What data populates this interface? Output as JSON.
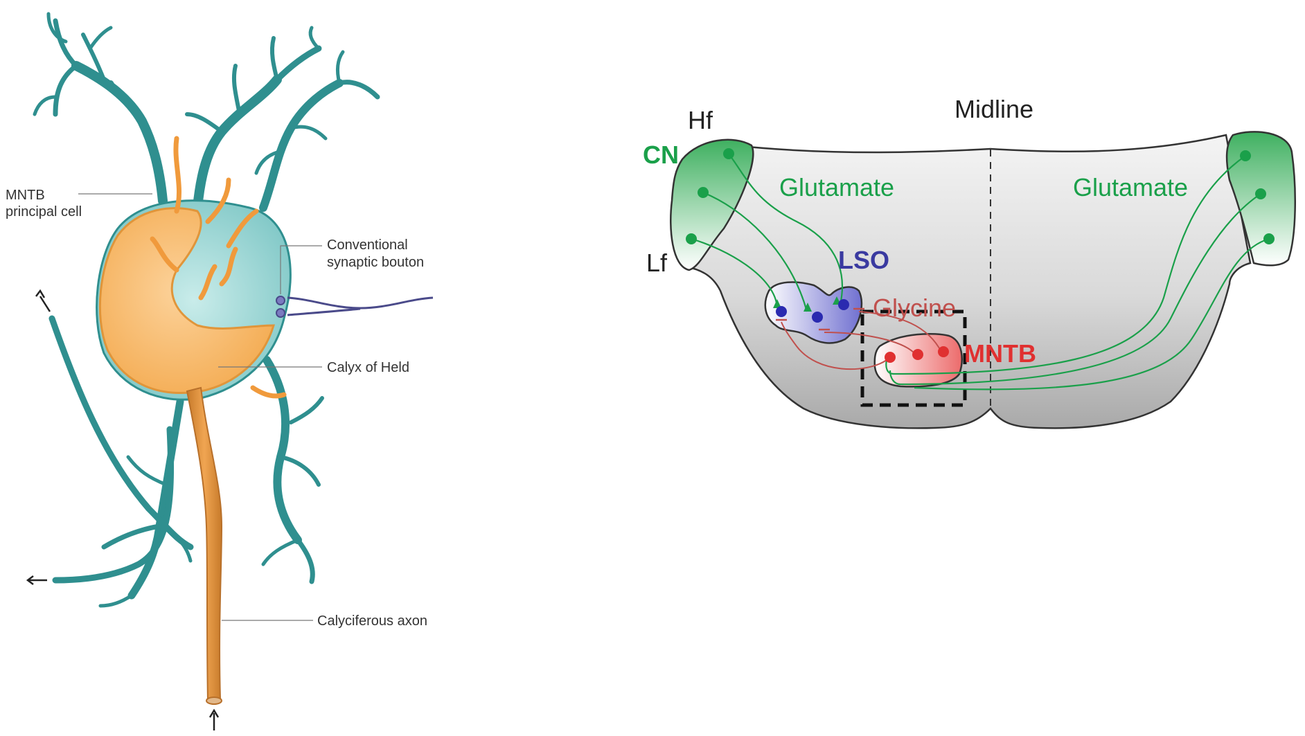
{
  "left_figure": {
    "labels": {
      "mntb_line1": "MNTB",
      "mntb_line2": "principal cell",
      "bouton_line1": "Conventional",
      "bouton_line2": "synaptic bouton",
      "calyx": "Calyx of Held",
      "axon": "Calyciferous axon"
    }
  },
  "right_figure": {
    "labels": {
      "midline": "Midline",
      "hf": "Hf",
      "cn": "CN",
      "lf": "Lf",
      "glutamate_left": "Glutamate",
      "glutamate_right": "Glutamate",
      "lso": "LSO",
      "glycine": "Glycine",
      "mntb": "MNTB"
    }
  },
  "colors": {
    "dendrite": "#2f8f8f",
    "calyx": "#f6b96a",
    "axon": "#d98a3a",
    "cn_green": "#1aa04a",
    "lso_blue": "#3a3aa0",
    "mntb_red": "#e03030",
    "glycine_red": "#c0504d"
  }
}
